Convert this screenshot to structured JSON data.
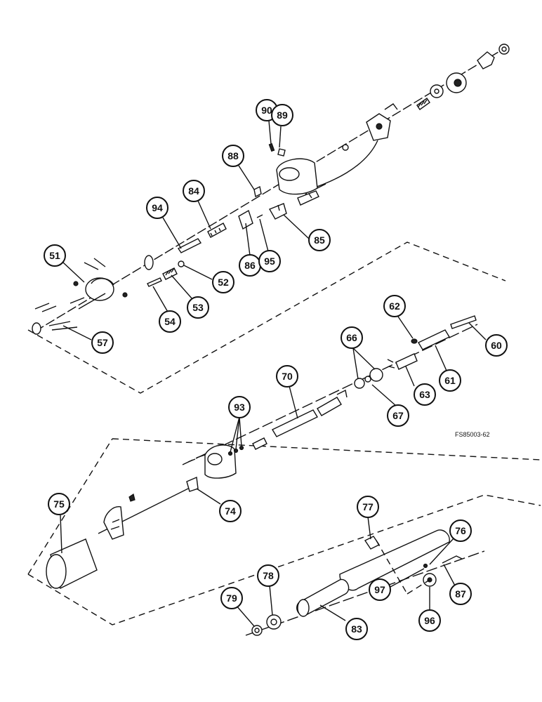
{
  "figure_ref": "FS85003-62",
  "callouts": [
    {
      "label": "90"
    },
    {
      "label": "89"
    },
    {
      "label": "88"
    },
    {
      "label": "84"
    },
    {
      "label": "94"
    },
    {
      "label": "85"
    },
    {
      "label": "86"
    },
    {
      "label": "95"
    },
    {
      "label": "51"
    },
    {
      "label": "52"
    },
    {
      "label": "53"
    },
    {
      "label": "54"
    },
    {
      "label": "57"
    },
    {
      "label": "62"
    },
    {
      "label": "60"
    },
    {
      "label": "66"
    },
    {
      "label": "70"
    },
    {
      "label": "61"
    },
    {
      "label": "63"
    },
    {
      "label": "67"
    },
    {
      "label": "93"
    },
    {
      "label": "75"
    },
    {
      "label": "74"
    },
    {
      "label": "77"
    },
    {
      "label": "76"
    },
    {
      "label": "78"
    },
    {
      "label": "79"
    },
    {
      "label": "97"
    },
    {
      "label": "87"
    },
    {
      "label": "83"
    },
    {
      "label": "96"
    }
  ]
}
